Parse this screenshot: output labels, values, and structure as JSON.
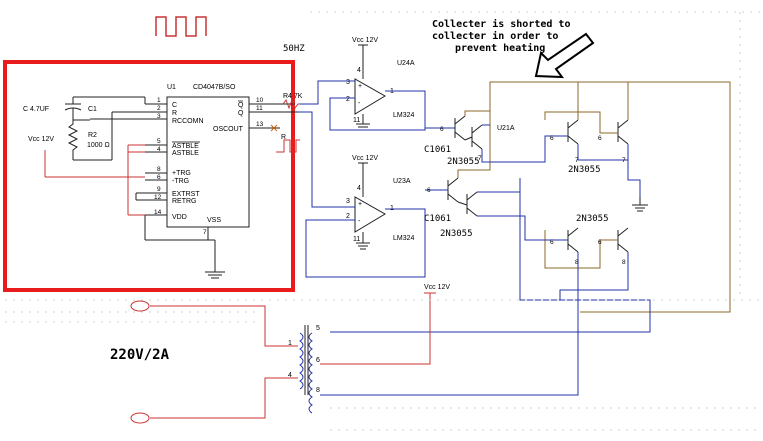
{
  "annotation": {
    "lines": [
      "Collecter is shorted to",
      "collecter in order to",
      "prevent heating"
    ]
  },
  "frequency_label": "50HZ",
  "ic_u1": {
    "ref": "U1",
    "part": "CD4047B/SO",
    "pins_left": [
      {
        "num": "1",
        "name": "C"
      },
      {
        "num": "2",
        "name": "R"
      },
      {
        "num": "3",
        "name": "RCCOMN"
      },
      {
        "num": "5",
        "name": "ASTBLE"
      },
      {
        "num": "4",
        "name": "ASTBLE"
      },
      {
        "num": "8",
        "name": "+TRG"
      },
      {
        "num": "6",
        "name": "-TRG"
      },
      {
        "num": "9",
        "name": "EXTRST"
      },
      {
        "num": "12",
        "name": "RETRG"
      },
      {
        "num": "14",
        "name": "VDD"
      }
    ],
    "pins_right": [
      {
        "num": "10",
        "name": "Q"
      },
      {
        "num": "11",
        "name": "Q"
      },
      {
        "num": "13",
        "name": "OSCOUT"
      }
    ],
    "vss_label": "VSS",
    "vss_pin": "7"
  },
  "components": {
    "c1_value": "C 4.7UF",
    "c1_ref": "C1",
    "r2_ref": "R2",
    "r2_value": "1000 Ω",
    "vcc_left": "Vcc 12V",
    "r4_label": "R4 7K",
    "r_label": "R"
  },
  "opamps": {
    "u24a": {
      "ref": "U24A",
      "part": "LM324",
      "vcc": "Vcc 12V",
      "pin_plus": "3",
      "pin_minus": "2",
      "pin_out": "1",
      "pin_v": "4",
      "pin_g": "11"
    },
    "u23a": {
      "ref": "U23A",
      "part": "LM324",
      "vcc": "Vcc 12V",
      "pin_plus": "3",
      "pin_minus": "2",
      "pin_out": "1",
      "pin_v": "4",
      "pin_g": "11"
    }
  },
  "transistors": {
    "u21a": "U21A",
    "c1061_top": "C1061",
    "c1061_bot": "C1061",
    "q_top_left": "2N3055",
    "q_bot_left": "2N3055",
    "q_top_right": "2N3055",
    "q_bot_right": "2N3055",
    "pin6": "6",
    "pin7": "7",
    "pin8": "8"
  },
  "transformer": {
    "vcc": "Vcc 12V",
    "pins": [
      "1",
      "4",
      "5",
      "6",
      "8"
    ]
  },
  "mains_label": "220V/2A"
}
